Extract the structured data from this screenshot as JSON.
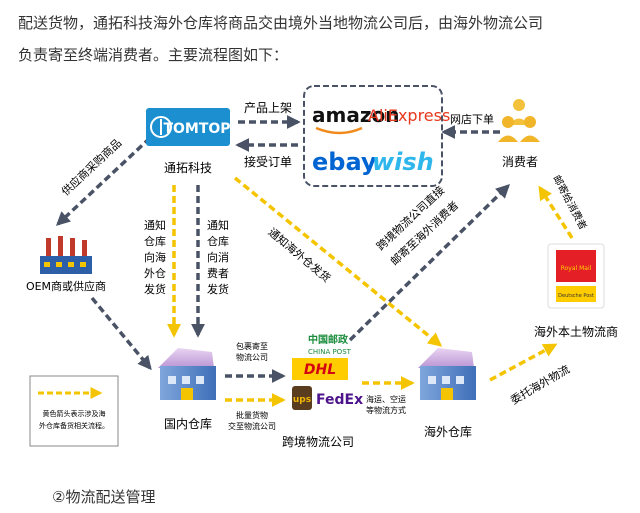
{
  "intro": {
    "line1": "配送货物，通拓科技海外仓库将商品交由境外当地物流公司后，由海外物流公司",
    "line2": "负责寄至终端消费者。主要流程图如下："
  },
  "nodes": {
    "tomtop_logo": "TOMTOP",
    "tomtop": "通拓科技",
    "platform_amazon": "amazon",
    "platform_aliexpress": "AliExpress",
    "platform_ebay": "ebay",
    "platform_wish": "wish",
    "consumer": "消费者",
    "oem": "OEM商或供应商",
    "domestic": "国内仓库",
    "crossborder": "跨境物流公司",
    "overseas": "海外仓库",
    "local": "海外本土物流商",
    "carrier_china_post": "中国邮政",
    "carrier_china_post_en": "CHINA POST",
    "carrier_dhl": "DHL",
    "carrier_ups": "ups",
    "carrier_fedex": "FedEx",
    "carrier_royal_mail": "Royal Mail",
    "carrier_deutsche_post": "Deutsche Post"
  },
  "labels": {
    "listing": "产品上架",
    "orders": "接受订单",
    "online_order": "网店下单",
    "purchase": "供应商采购商品",
    "notify1": [
      "通知",
      "仓库",
      "向海",
      "外仓",
      "发货"
    ],
    "notify2": [
      "通知",
      "仓库",
      "向消",
      "费者",
      "发货"
    ],
    "notify_overseas": "通知海外仓发货",
    "direct_mail1": "跨境物流公司直接",
    "direct_mail2": "邮寄至海外消费者",
    "parcel1": "包裹寄至",
    "parcel2": "物流公司",
    "bulk1": "批量货物",
    "bulk2": "交至物流公司",
    "seaair1": "海运、空运",
    "seaair2": "等物流方式",
    "entrust": "委托海外物流",
    "deliver": "邮寄给消费者"
  },
  "legend": {
    "line1": "黄色箭头表示涉及海",
    "line2": "外仓库备货相关流程。"
  },
  "colors": {
    "accent_yellow": "#f5c400",
    "dark_arrow": "#4a5366",
    "tomtop_blue": "#1b8fd0",
    "amazon_orange": "#f08a1c",
    "ali_red": "#e8381e",
    "ebay_red": "#e53238",
    "ebay_blue": "#0064d2",
    "ebay_yellow": "#f5af02",
    "ebay_green": "#86b817",
    "wish_blue": "#2fb7ec"
  },
  "footer": "②物流配送管理"
}
